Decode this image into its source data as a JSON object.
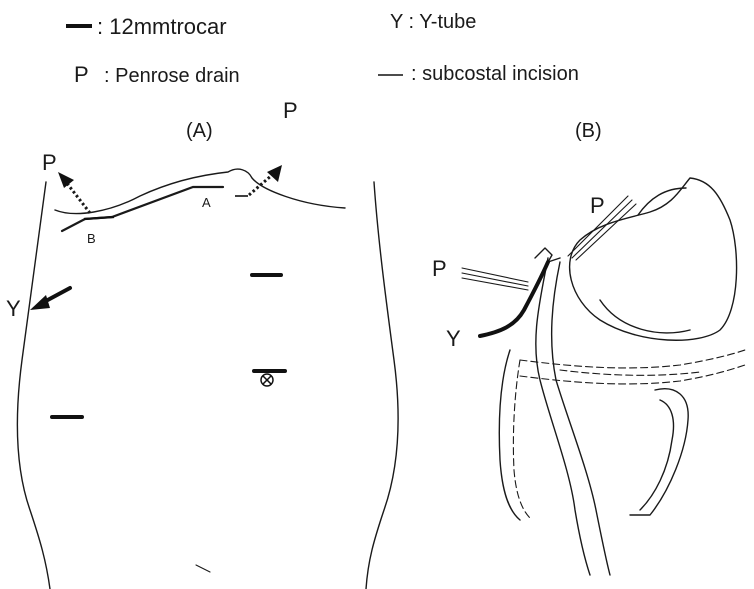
{
  "legend": {
    "trocar_text": ": 12mmtrocar",
    "ytube_text": "Y : Y-tube",
    "penrose_text": ": Penrose drain",
    "penrose_symbol": "P",
    "incision_text": ": subcostal incision"
  },
  "panel_a": {
    "title": "(A)",
    "label_p_left": "P",
    "label_p_right": "P",
    "label_y": "Y",
    "label_a": "A",
    "label_b": "B"
  },
  "panel_b": {
    "title": "(B)",
    "label_p_upper": "P",
    "label_p_left": "P",
    "label_y": "Y"
  }
}
